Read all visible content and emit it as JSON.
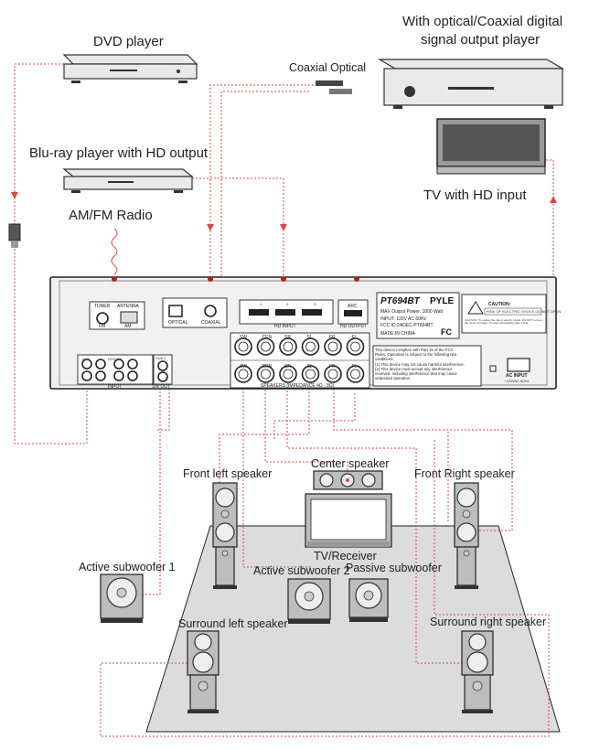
{
  "labels": {
    "dvd_player": "DVD player",
    "optical_player_line1": "With optical/Coaxial digital",
    "optical_player_line2": "signal output player",
    "coaxial_optical": "Coaxial Optical",
    "bluray": "Blu-ray player with HD output",
    "amfm": "AM/FM Radio",
    "tv_hd": "TV with HD input",
    "center_speaker": "Center speaker",
    "front_left": "Front left speaker",
    "front_right": "Front Right speaker",
    "tv_receiver": "TV/Receiver",
    "active_sub1": "Active subwoofer 1",
    "active_sub2": "Active subwoofer 2",
    "passive_sub": "Passive subwoofer",
    "surround_left": "Surround left speaker",
    "surround_right": "Surround right speaker"
  },
  "panel": {
    "tuner": "TUNER",
    "antenna": "ANTENNA",
    "fm": "FM",
    "am": "AM",
    "optical": "OPTICAL",
    "coaxial": "COAXIAL",
    "hd_input": "HD INPUT",
    "hdmi_1": "1",
    "hdmi_2": "2",
    "hdmi_3": "3",
    "arc": "ARC",
    "hd_output": "HD OUTPUT",
    "model": "PT694BT",
    "brand": "PYLE",
    "max_power": "MAX Output Power: 1000 Watt",
    "input_line1": "INPUT: 120V AC 60Hz",
    "input_line2": "FCC ID:2ADEC-PT694BT",
    "made_in": "MADE IN CHINA",
    "fcc": "FC",
    "caution_title": "CAUTION:",
    "caution_sub": "RISK OF ELECTRIC SHOCK DO NOT OPEN",
    "caution_text": "CAUTION: To reduce the risk of electric shock, DO NOT remove the cover (or back). No user-serviceable parts inside.",
    "fcc_notice": [
      "This device complies with Part 15 of the FCC",
      "Rules. Operation is subject to the following two",
      "conditions:",
      "(1) This device may not cause harmful interference.",
      "(2) This device must accept any interference",
      "    received, including interference that may cause",
      "    undesired operation."
    ],
    "spk_top": [
      "SW",
      "CEN",
      "SR",
      "SL",
      "FR",
      "FL"
    ],
    "spk_bottom": [
      "SW",
      "CEN",
      "SR",
      "SL",
      "FR",
      "FL"
    ],
    "spk_label": "SPEAKERS (IMPEDANCE 4Ω - 8Ω)",
    "input_label": "INPUT",
    "sw_out": "SW OUT",
    "sw_out_top": "SUB 1",
    "sw_out_bot": "SUB 2",
    "aux_tl": "AUX",
    "aux_tr": "DVD/CD",
    "aux_bl": "AUX",
    "aux_br": "DVD/CD",
    "ac_input": "AC INPUT",
    "ac_sub": "~120VAC 60Hz"
  }
}
